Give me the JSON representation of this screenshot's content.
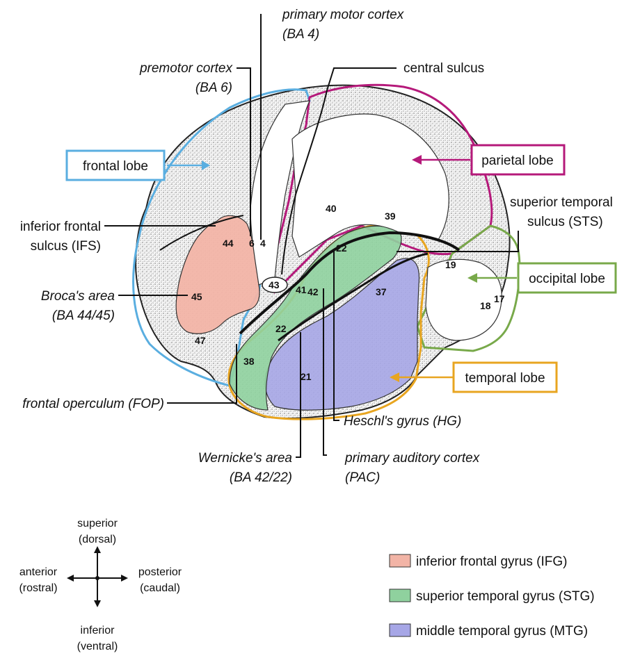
{
  "labels": {
    "primary_motor": [
      "primary motor cortex",
      "(BA 4)"
    ],
    "premotor": [
      "premotor cortex",
      "(BA 6)"
    ],
    "central_sulcus": "central sulcus",
    "inferior_frontal_sulcus": [
      "inferior frontal",
      "sulcus (IFS)"
    ],
    "brocas_area": [
      "Broca's area",
      "(BA 44/45)"
    ],
    "frontal_operculum": "frontal operculum (FOP)",
    "wernickes_area": [
      "Wernicke's area",
      "(BA 42/22)"
    ],
    "primary_auditory": [
      "primary auditory cortex",
      "(PAC)"
    ],
    "heschls_gyrus": "Heschl's gyrus (HG)",
    "superior_temporal_sulcus": [
      "superior temporal",
      "sulcus (STS)"
    ]
  },
  "lobes": {
    "frontal": "frontal lobe",
    "parietal": "parietal lobe",
    "occipital": "occipital lobe",
    "temporal": "temporal lobe"
  },
  "areas": {
    "a44": "44",
    "a45": "45",
    "a47": "47",
    "a6": "6",
    "a4": "4",
    "a43": "43",
    "a41": "41",
    "a42": "42",
    "a40": "40",
    "a39": "39",
    "a22_upper": "22",
    "a22_lower": "22",
    "a37": "37",
    "a19": "19",
    "a18": "18",
    "a17": "17",
    "a38": "38",
    "a21": "21"
  },
  "compass": {
    "superior": [
      "superior",
      "(dorsal)"
    ],
    "inferior": [
      "inferior",
      "(ventral)"
    ],
    "anterior": [
      "anterior",
      "(rostral)"
    ],
    "posterior": [
      "posterior",
      "(caudal)"
    ]
  },
  "legend": [
    {
      "label": "inferior frontal gyrus (IFG)",
      "color": "#f2b4a6"
    },
    {
      "label": "superior temporal gyrus (STG)",
      "color": "#8fd19e"
    },
    {
      "label": "middle temporal gyrus (MTG)",
      "color": "#a6a6e6"
    }
  ],
  "colors": {
    "frontal": "#5aaee0",
    "parietal": "#b5197a",
    "occipital": "#78a94a",
    "temporal": "#e8a520"
  }
}
